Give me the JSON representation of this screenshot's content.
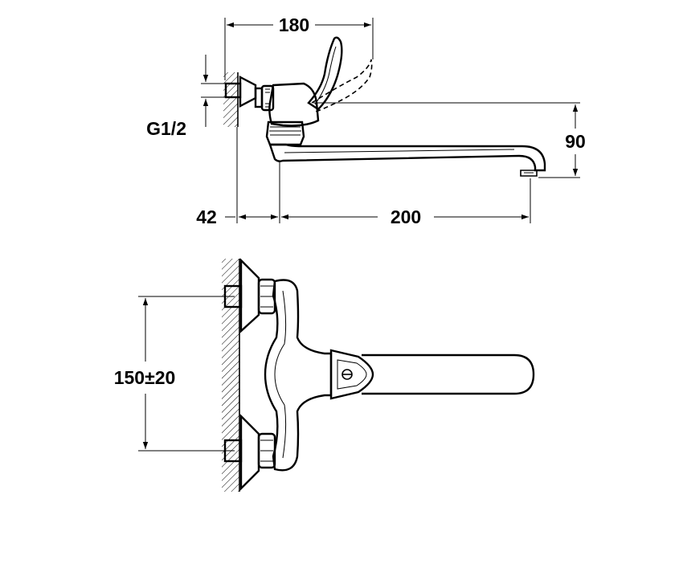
{
  "diagram": {
    "side_view": {
      "dimensions": {
        "overall_width": "180",
        "thread": "G1/2",
        "outlet_height": "90",
        "wall_offset": "42",
        "spout_reach": "200"
      }
    },
    "top_view": {
      "dimensions": {
        "inlet_spacing": "150±20"
      }
    }
  }
}
